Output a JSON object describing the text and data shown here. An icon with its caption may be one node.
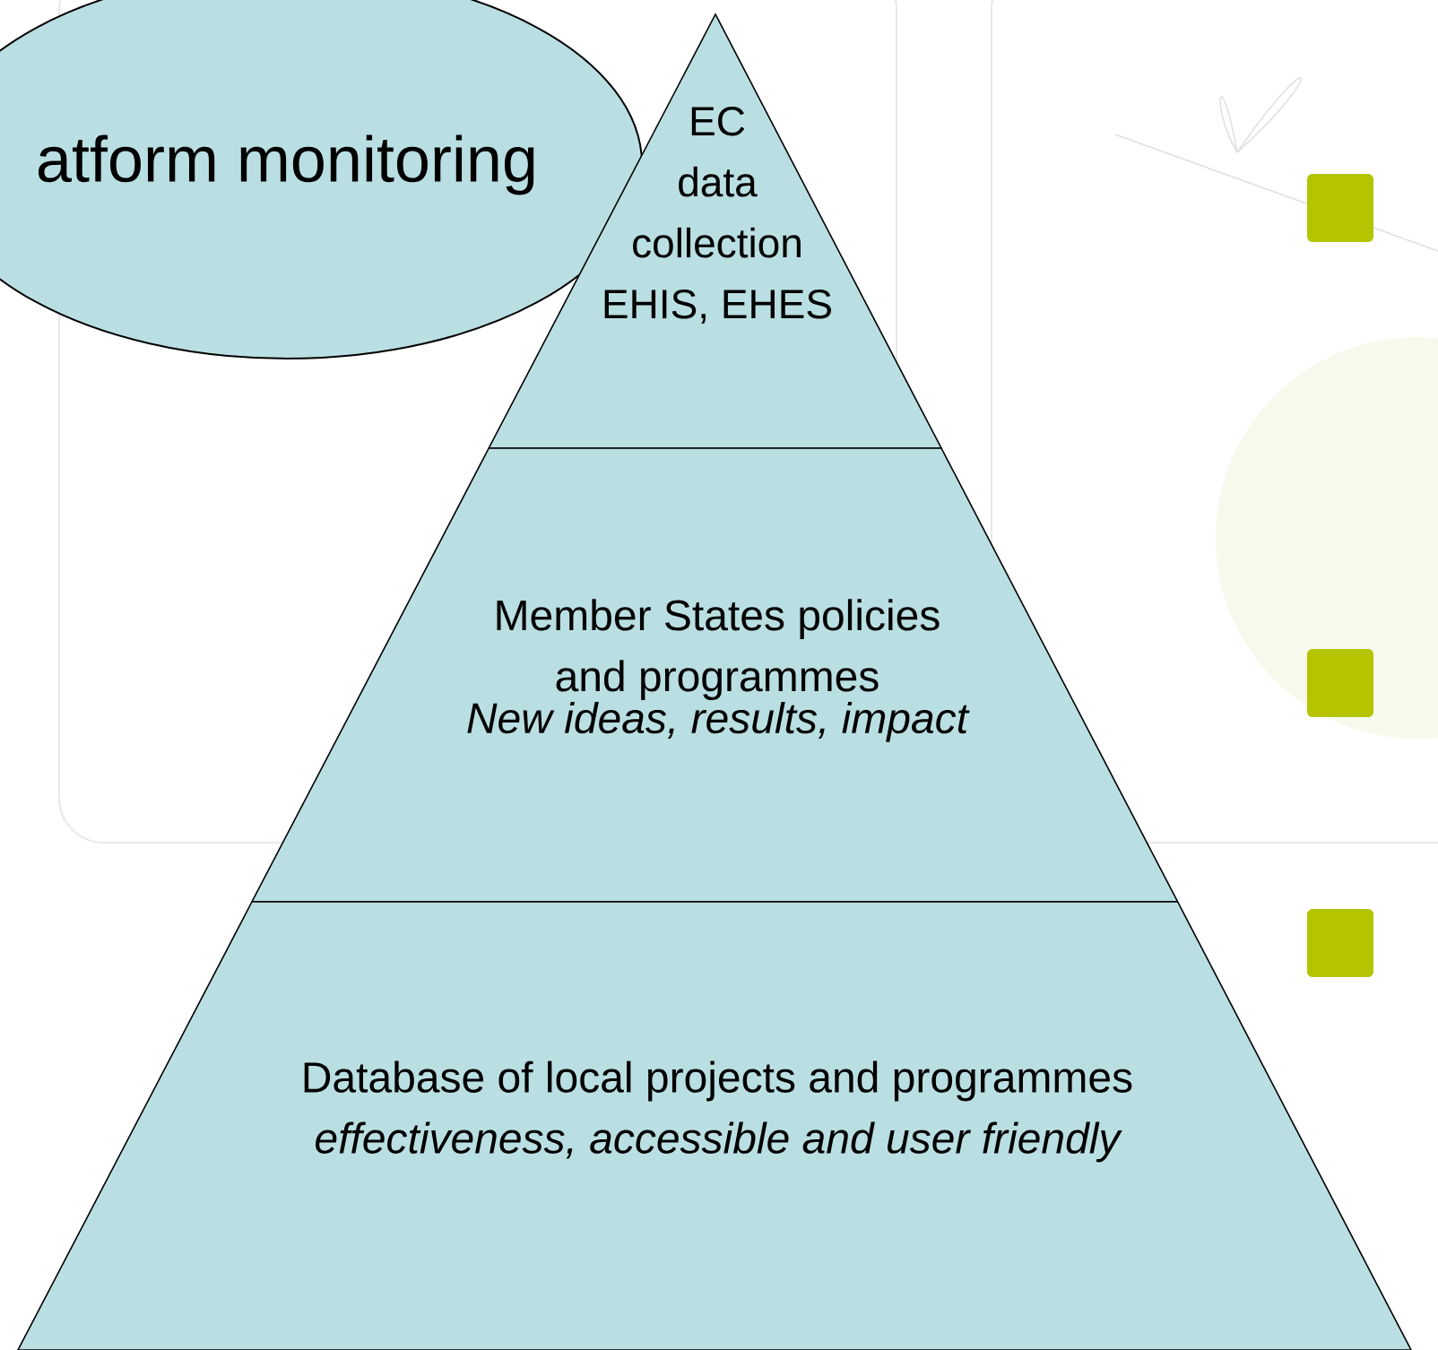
{
  "diagram": {
    "nodes": [
      {
        "text": [
          "atform monitoring"
        ]
      },
      {
        "text": [
          "EC data collection EHIS, EHES"
        ]
      },
      {
        "text": [
          "Member States policies and programmes",
          "New ideas, results, impact"
        ]
      },
      {
        "text": [
          "Database of local projects and programmes",
          "effectiveness, accessible and user friendly"
        ]
      }
    ]
  }
}
